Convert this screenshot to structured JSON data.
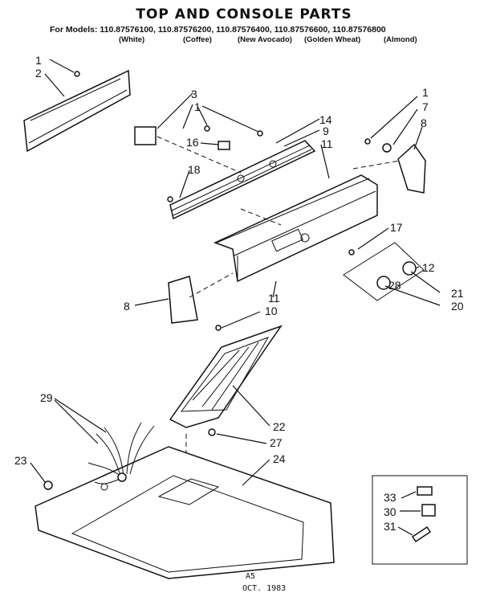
{
  "title": "TOP AND CONSOLE PARTS",
  "models_line": "For Models: 110.87576100, 110.87576200, 110.87576400, 110.87576600, 110.87576800",
  "variants": [
    "(White)",
    "(Coffee)",
    "(New Avocado)",
    "(Golden Wheat)",
    "(Almond)"
  ],
  "footer": {
    "code": "A5",
    "date": "OCT. 1983"
  },
  "part_labels": {
    "l1a": "1",
    "l2": "2",
    "l3": "3",
    "l1b": "1",
    "l14": "14",
    "l9": "9",
    "l16": "16",
    "l11a": "11",
    "l18": "18",
    "l1c": "1",
    "l7": "7",
    "l8a": "8",
    "l17": "17",
    "l12": "12",
    "l28": "28",
    "l21": "21",
    "l20": "20",
    "l8b": "8",
    "l11b": "11",
    "l10": "10",
    "l29": "29",
    "l22": "22",
    "l27": "27",
    "l23": "23",
    "l24": "24",
    "l33": "33",
    "l30": "30",
    "l31": "31"
  }
}
